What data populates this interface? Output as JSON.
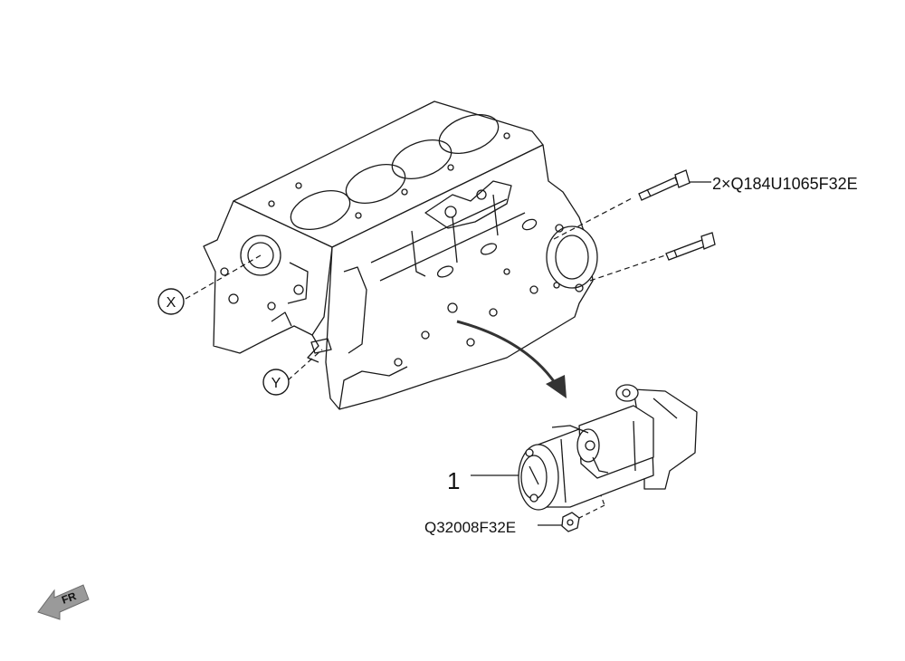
{
  "callouts": {
    "bolt_label": "2×Q184U1065F32E",
    "part_number": "1",
    "nut_label": "Q32008F32E",
    "view_x": "X",
    "view_y": "Y",
    "front_arrow": "FR"
  },
  "icons": [
    "cylinder-block",
    "starter-motor",
    "mounting-bolt",
    "mounting-nut",
    "front-direction-arrow"
  ]
}
